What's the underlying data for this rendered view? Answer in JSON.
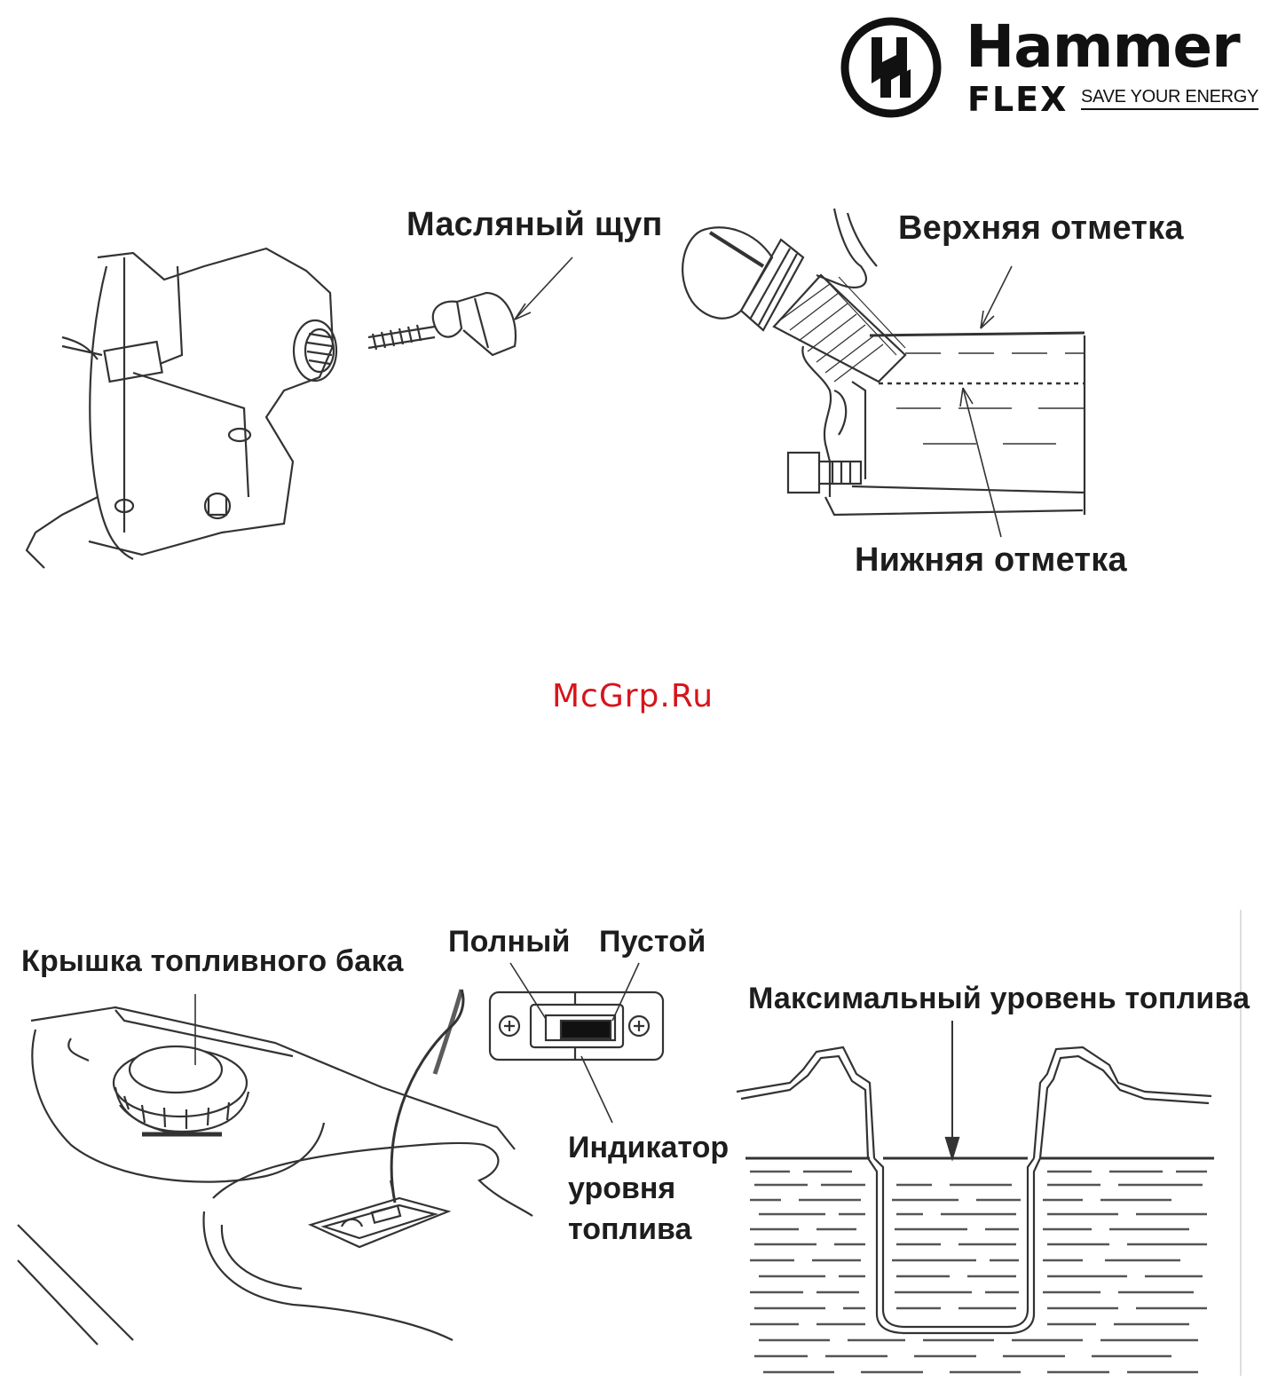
{
  "brand": {
    "name": "Hammer",
    "sub": "FLEX",
    "tagline": "SAVE YOUR ENERGY"
  },
  "watermark": "McGrp.Ru",
  "oil_figure": {
    "dipstick_label": "Масляный щуп",
    "upper_mark_label": "Верхняя отметка",
    "lower_mark_label": "Нижняя отметка"
  },
  "fuel_figure": {
    "tank_cap_label": "Крышка топливного бака",
    "full_label": "Полный",
    "empty_label": "Пустой",
    "gauge_label_lines": [
      "Индикатор",
      "уровня",
      "топлива"
    ],
    "max_level_label": "Максимальный уровень топлива"
  }
}
